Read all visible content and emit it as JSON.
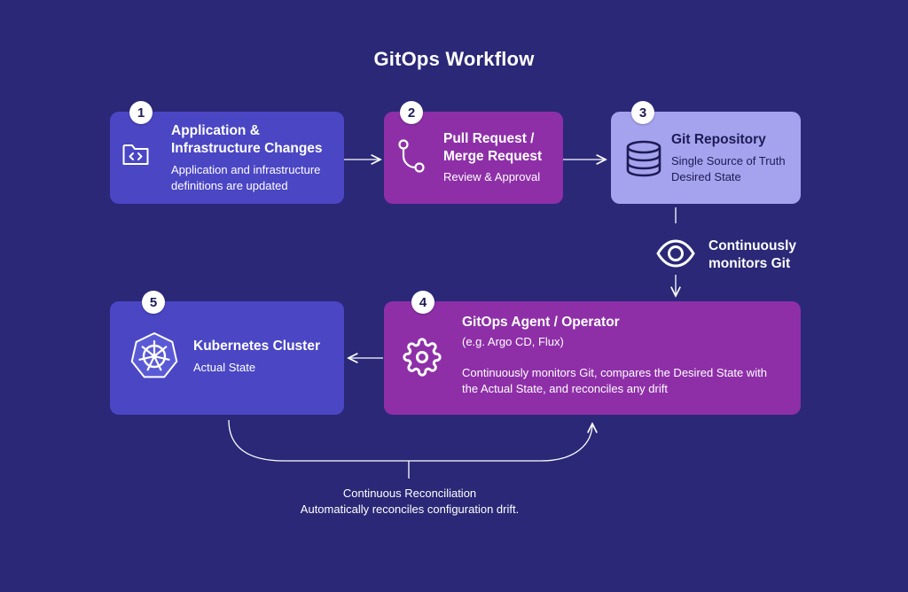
{
  "title": "GitOps Workflow",
  "steps": [
    {
      "number": "1",
      "title_line1": "Application &",
      "title_line2": "Infrastructure Changes",
      "desc_line1": "Application and infrastructure",
      "desc_line2": "definitions are updated",
      "icon": "folder-code-icon"
    },
    {
      "number": "2",
      "title_line1": "Pull Request /",
      "title_line2": "Merge Request",
      "desc_line1": "Review & Approval",
      "icon": "git-branch-icon"
    },
    {
      "number": "3",
      "title_line1": "Git Repository",
      "desc_line1": "Single Source of Truth",
      "desc_line2": "Desired State",
      "icon": "database-icon"
    },
    {
      "number": "4",
      "title_line1": "GitOps Agent / Operator",
      "subtitle": "(e.g. Argo CD, Flux)",
      "desc_line1": "Continuously monitors Git, compares the Desired State with",
      "desc_line2": "the Actual State, and reconciles any drift",
      "icon": "gear-icon"
    },
    {
      "number": "5",
      "title_line1": "Kubernetes Cluster",
      "desc_line1": "Actual State",
      "icon": "kubernetes-icon"
    }
  ],
  "monitor_label": {
    "line1": "Continuously",
    "line2": "monitors Git",
    "icon": "eye-icon"
  },
  "reconciliation": {
    "line1": "Continuous Reconciliation",
    "line2": "Automatically reconciles configuration drift."
  },
  "colors": {
    "background": "#2a2877",
    "blue_box": "#4a46c4",
    "purple_box": "#8e2fa8",
    "lavender_box": "#a5a3ee",
    "dark_text": "#1d1b55"
  }
}
